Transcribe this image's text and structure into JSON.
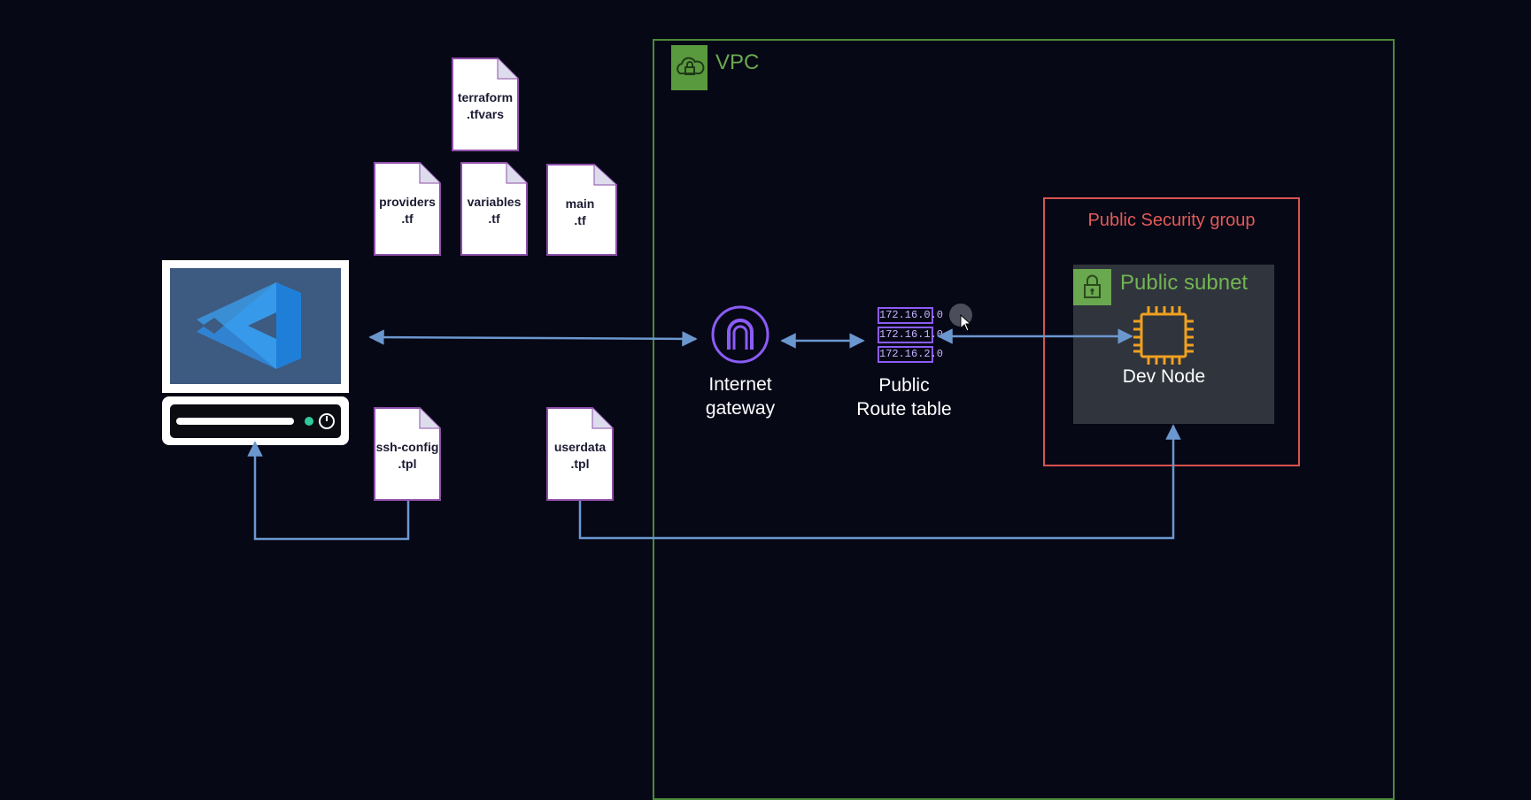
{
  "vpc": {
    "label": "VPC"
  },
  "security_group": {
    "label": "Public Security group"
  },
  "subnet": {
    "label": "Public subnet"
  },
  "dev_node": {
    "label": "Dev Node"
  },
  "internet_gateway": {
    "label": "Internet\ngateway"
  },
  "route_table": {
    "label": "Public\nRoute table",
    "entries": [
      "172.16.0.0",
      "172.16.1.0",
      "172.16.2.0"
    ]
  },
  "files": {
    "terraform_tfvars": "terraform\n.tfvars",
    "providers_tf": "providers\n.tf",
    "variables_tf": "variables\n.tf",
    "main_tf": "main\n.tf",
    "ssh_config_tpl": "ssh-config\n.tpl",
    "userdata_tpl": "userdata\n.tpl"
  },
  "colors": {
    "background": "#070816",
    "vpc": "#6aa84f",
    "security_group": "#e35b57",
    "connector": "#6b97cf",
    "gateway": "#8b5cf6",
    "chip": "#f0a020",
    "vscode": "#2f8be0"
  },
  "icons": {
    "vpc": "cloud-lock-icon",
    "subnet": "lock-icon",
    "dev_node": "cpu-chip-icon",
    "gateway": "internet-gateway-icon",
    "workstation": "vscode-workstation-icon"
  }
}
